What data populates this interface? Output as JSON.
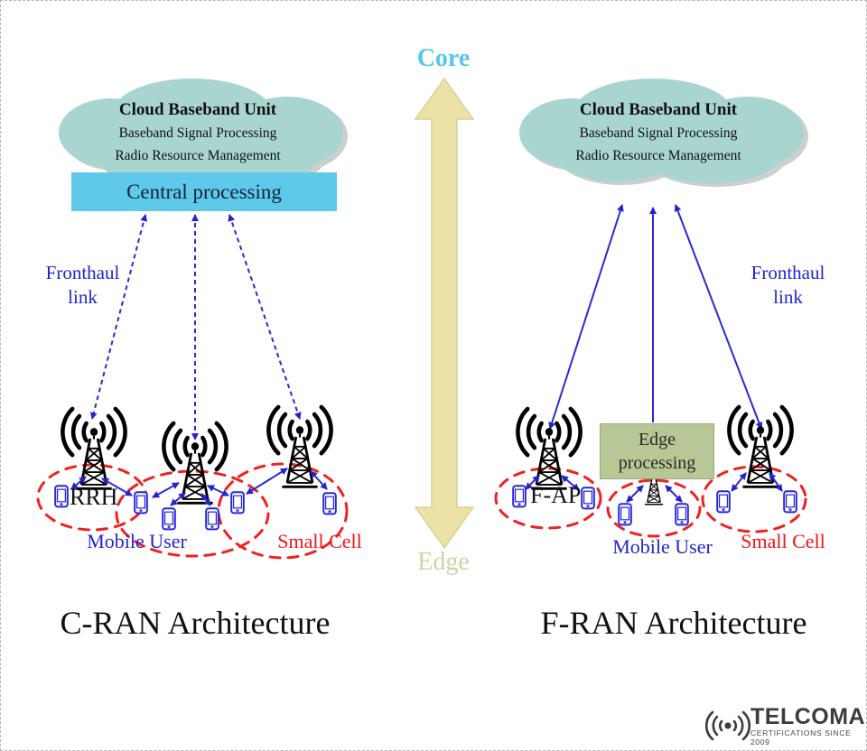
{
  "axis": {
    "core_label": "Core",
    "edge_label": "Edge"
  },
  "colors": {
    "cloud_fill": "#a9d5d1",
    "central_box": "#5ec9e9",
    "edge_box": "#b7c795",
    "tan_arrow": "#ebe3a6",
    "link_blue": "#2323cc",
    "cell_red": "#ee2222",
    "core_text": "#57c7ea",
    "edge_text": "#c4d8a5"
  },
  "cran": {
    "cloud": {
      "title": "Cloud Baseband Unit",
      "line1": "Baseband Signal Processing",
      "line2": "Radio Resource Management"
    },
    "central_box_label": "Central processing",
    "fronthaul_line1": "Fronthaul",
    "fronthaul_line2": "link",
    "rrh_label": "RRH",
    "mobile_user_label": "Mobile User",
    "small_cell_label": "Small Cell",
    "title": "C-RAN Architecture"
  },
  "fran": {
    "cloud": {
      "title": "Cloud Baseband Unit",
      "line1": "Baseband Signal Processing",
      "line2": "Radio Resource Management"
    },
    "edge_box_line1": "Edge",
    "edge_box_line2": "processing",
    "fronthaul_line1": "Fronthaul",
    "fronthaul_line2": "link",
    "fap_label": "F-AP",
    "mobile_user_label": "Mobile User",
    "small_cell_label": "Small Cell",
    "title": "F-RAN Architecture"
  },
  "footer": {
    "brand": "TELCOMA",
    "tagline": "CERTIFICATIONS SINCE 2009"
  }
}
